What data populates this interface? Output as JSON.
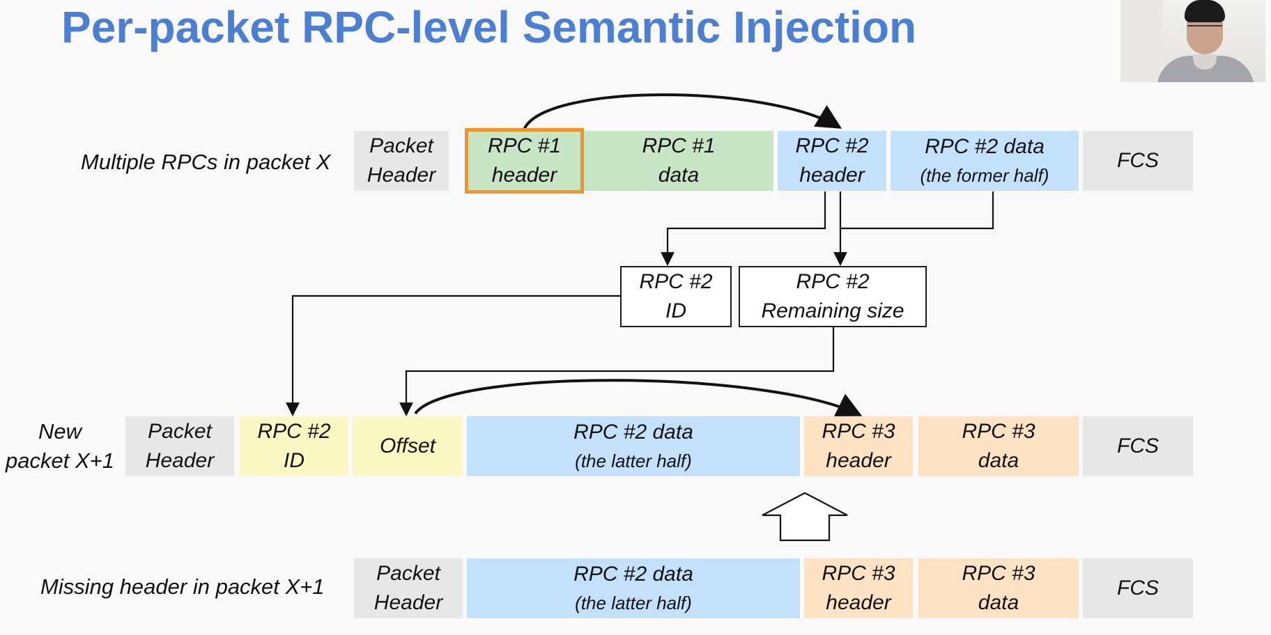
{
  "slide": {
    "title": "Per-packet RPC-level Semantic Injection"
  },
  "rows": {
    "packet_x": {
      "label": "Multiple RPCs in packet X",
      "cells": [
        {
          "lines": [
            "Packet",
            "Header"
          ]
        },
        {
          "lines": [
            "RPC #1",
            "header"
          ],
          "highlighted": true
        },
        {
          "lines": [
            "RPC #1",
            "data"
          ]
        },
        {
          "lines": [
            "RPC #2",
            "header"
          ]
        },
        {
          "lines": [
            "RPC #2 data",
            "(the former half)"
          ]
        },
        {
          "lines": [
            "FCS"
          ]
        }
      ]
    },
    "extracted": {
      "cells": [
        {
          "lines": [
            "RPC #2",
            "ID"
          ]
        },
        {
          "lines": [
            "RPC #2",
            "Remaining size"
          ]
        }
      ]
    },
    "new_packet": {
      "label_lines": [
        "New",
        "packet X+1"
      ],
      "cells": [
        {
          "lines": [
            "Packet",
            "Header"
          ]
        },
        {
          "lines": [
            "RPC #2",
            "ID"
          ]
        },
        {
          "lines": [
            "Offset"
          ]
        },
        {
          "lines": [
            "RPC #2 data",
            "(the latter half)"
          ]
        },
        {
          "lines": [
            "RPC #3",
            "header"
          ]
        },
        {
          "lines": [
            "RPC #3",
            "data"
          ]
        },
        {
          "lines": [
            "FCS"
          ]
        }
      ]
    },
    "missing_header": {
      "label": "Missing header in packet X+1",
      "cells": [
        {
          "lines": [
            "Packet",
            "Header"
          ]
        },
        {
          "lines": [
            "RPC #2 data",
            "(the latter half)"
          ]
        },
        {
          "lines": [
            "RPC #3",
            "header"
          ]
        },
        {
          "lines": [
            "RPC #3",
            "data"
          ]
        },
        {
          "lines": [
            "FCS"
          ]
        }
      ]
    }
  },
  "colors": {
    "title": "#4a7fd4",
    "gray": "#e7e7e7",
    "green": "#c8e5c5",
    "blue": "#c3e1fb",
    "peach": "#fde3c4",
    "yellow": "#fbf8c4",
    "highlight_border": "#f39225"
  },
  "icons": [
    "webcam-speaker-video",
    "arrow-connector",
    "hollow-up-arrow-icon"
  ]
}
